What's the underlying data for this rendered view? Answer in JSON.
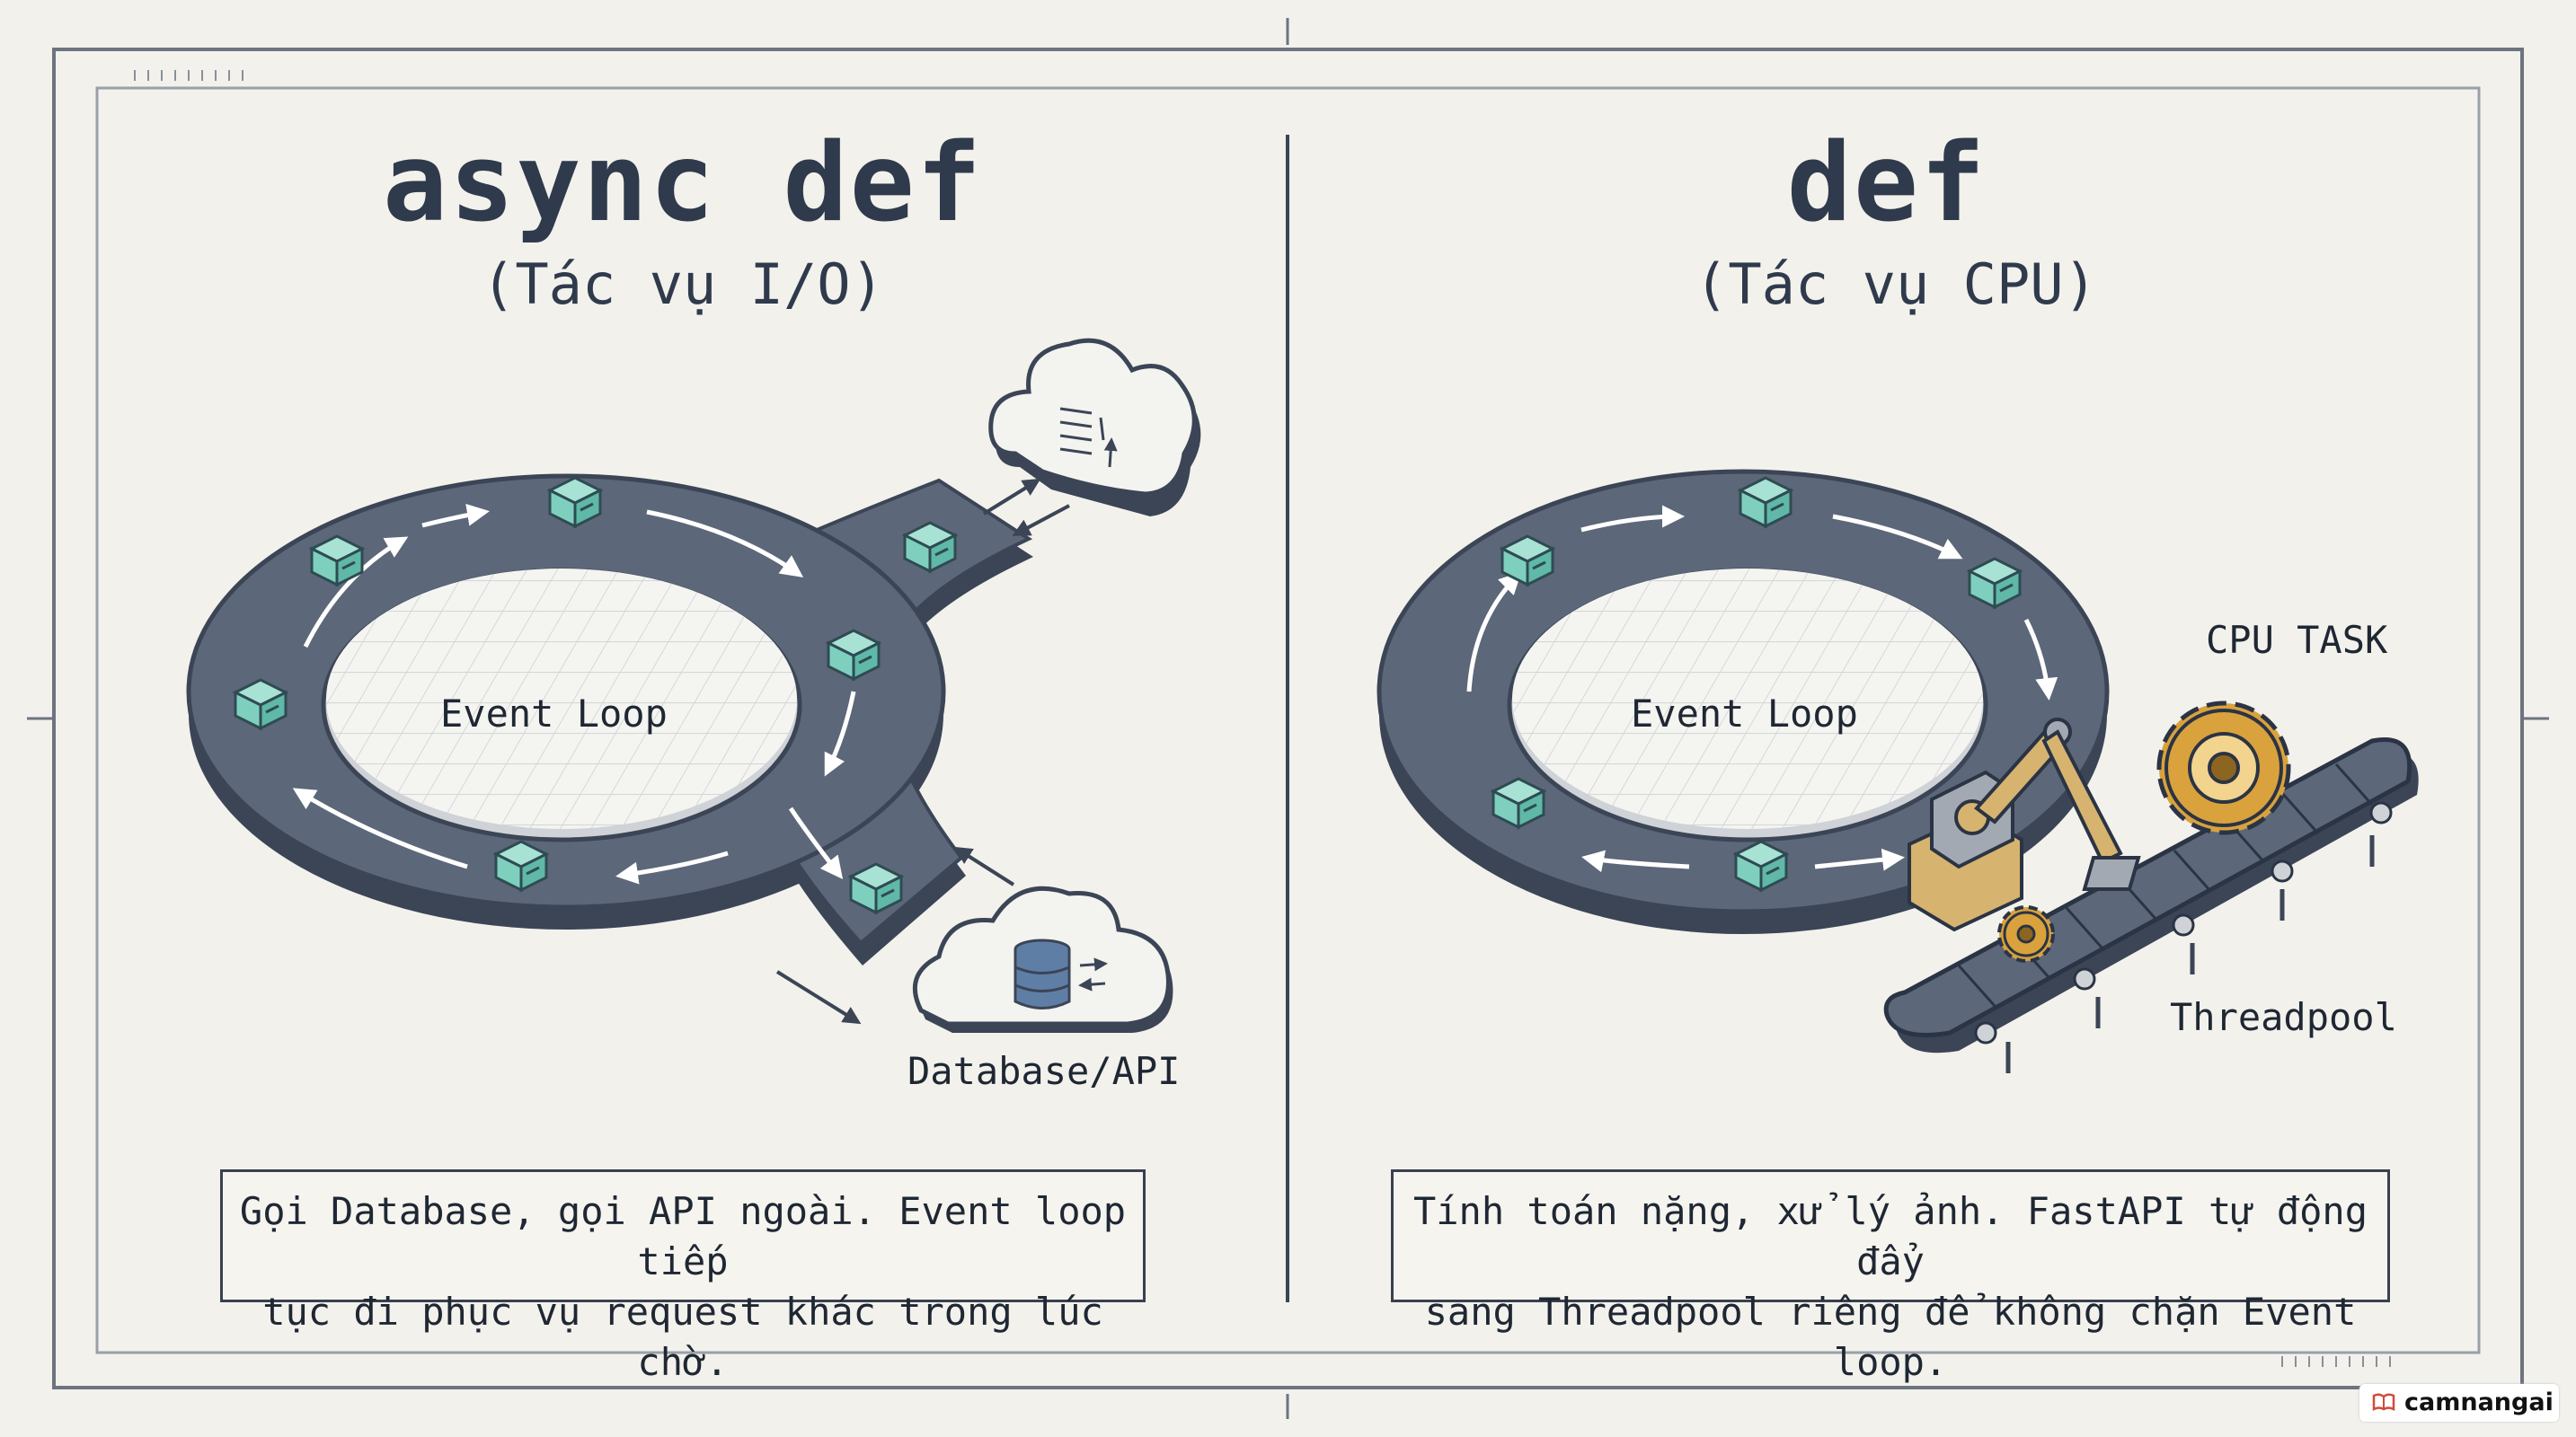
{
  "left_panel": {
    "title": "async def",
    "subtitle": "(Tác vụ I/O)",
    "loop_label": "Event Loop",
    "io_label": "Database/API",
    "caption_lines": [
      "Gọi Database, gọi API ngoài. Event loop tiếp",
      "tục đi phục vụ request khác trong lúc chờ."
    ]
  },
  "right_panel": {
    "title": "def",
    "subtitle": "(Tác vụ CPU)",
    "loop_label": "Event Loop",
    "cpu_task_label": "CPU TASK",
    "threadpool_label": "Threadpool",
    "caption_lines": [
      "Tính toán nặng, xử lý ảnh. FastAPI tự động đẩy",
      "sang Threadpool riêng để không chặn Event loop."
    ]
  },
  "watermark": {
    "text": "camnangai",
    "icon": "book-icon"
  },
  "colors": {
    "road": "#5c6779",
    "road_edge": "#3b4556",
    "packet": "#7fcfbf",
    "gear": "#d9a23d",
    "ink": "#2f3a4c",
    "paper": "#f2f1ec"
  }
}
